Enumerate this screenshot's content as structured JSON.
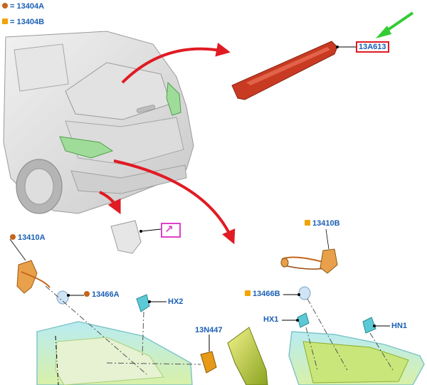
{
  "legend": [
    {
      "symbol": "circle",
      "color": "#c7641a",
      "label": "= 13404A"
    },
    {
      "symbol": "square",
      "color": "#f0a500",
      "label": "= 13404B"
    }
  ],
  "parts": {
    "high_mount_stop_lamp": "13A613",
    "left_socket_wire": "13410A",
    "left_bulb": "13466A",
    "left_holder": "HX2",
    "amber_bulb": "13N447",
    "right_socket_wire": "13410B",
    "right_bulb": "13466B",
    "right_holder_1": "HX1",
    "right_holder_2": "HN1"
  },
  "colors": {
    "callout_blue": "#1a5fb4",
    "arrow_red": "#e01b24",
    "arrow_green": "#33cc33",
    "highlight_magenta": "#e040c8",
    "lamp_red": "#c83a22",
    "lens_green": "#a8e6a0"
  }
}
